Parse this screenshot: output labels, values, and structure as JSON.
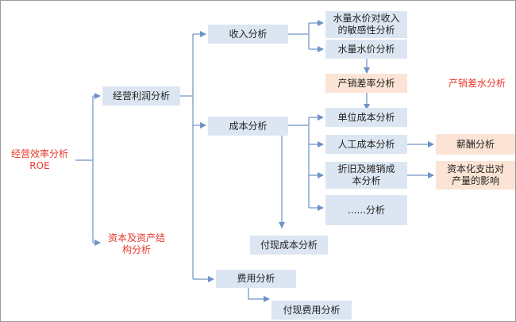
{
  "colors": {
    "box_blue": "#dce6f2",
    "box_orange": "#fbe4d5",
    "connector": "#6e93c6",
    "red_text": "#e8372b"
  },
  "nodes": {
    "root": "经营效率分析\nROE",
    "profit": "经营利润分析",
    "capital": "资本及资产结\n构分析",
    "revenue": "收入分析",
    "cost": "成本分析",
    "expense": "费用分析",
    "sensitivity": "水量水价对收入\n的敏感性分析",
    "water_price": "水量水价分析",
    "sales_gap": "产销差率分析",
    "sales_gap_water": "产销差水分析",
    "unit_cost": "单位成本分析",
    "labor_cost": "人工成本分析",
    "salary": "薪酬分析",
    "depreciation": "折旧及摊销成\n本分析",
    "capex": "资本化支出对\n产量的影响",
    "other": "......分析",
    "cash_cost": "付现成本分析",
    "cash_expense": "付现费用分析"
  }
}
